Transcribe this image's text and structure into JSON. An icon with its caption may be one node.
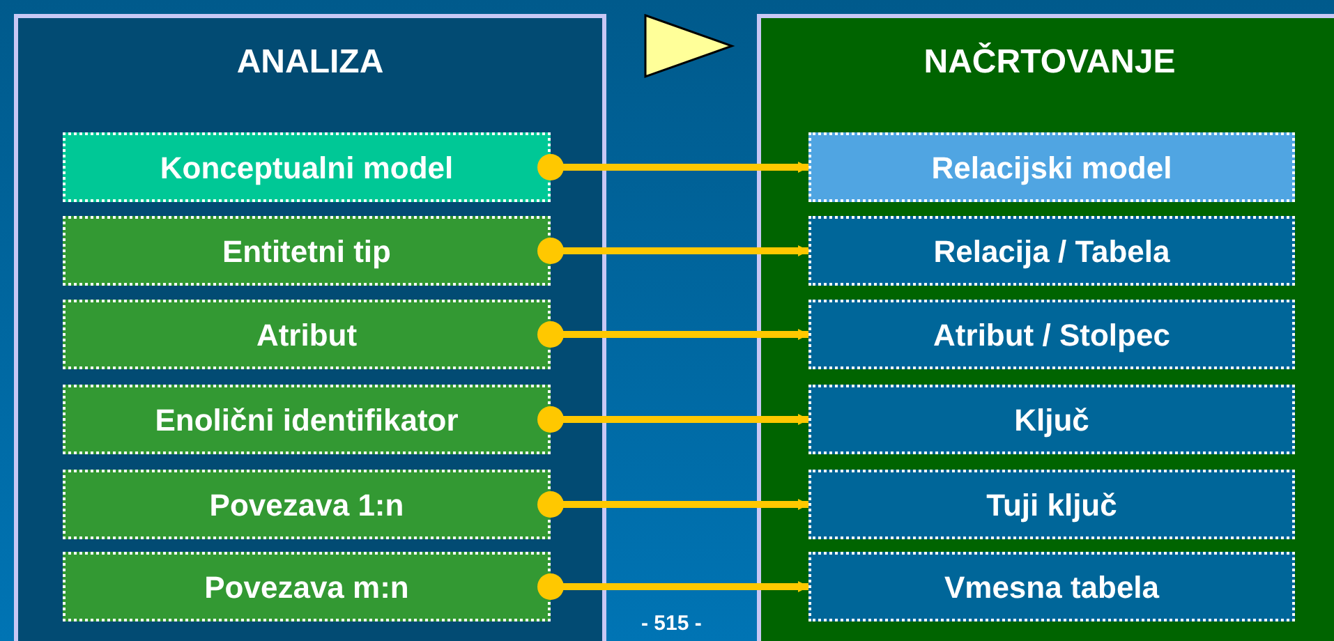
{
  "diagram": {
    "nodes": [
      {
        "text": [
          "ANALIZA"
        ]
      },
      {
        "text": [
          "Konceptualni model"
        ],
        "in": 0
      },
      {
        "text": [
          "Entitetni tip"
        ],
        "in": 0
      },
      {
        "text": [
          "Atribut"
        ],
        "in": 0
      },
      {
        "text": [
          "Enolični identifikator"
        ],
        "in": 0
      },
      {
        "text": [
          "Povezava 1:n"
        ],
        "in": 0
      },
      {
        "text": [
          "Povezava m:n"
        ],
        "in": 0
      },
      {
        "text": [
          "NAČRTOVANJE"
        ]
      },
      {
        "text": [
          "Relacijski model"
        ],
        "in": 7
      },
      {
        "text": [
          "Relacija / Tabela"
        ],
        "in": 7
      },
      {
        "text": [
          "Atribut / Stolpec"
        ],
        "in": 7
      },
      {
        "text": [
          "Ključ"
        ],
        "in": 7
      },
      {
        "text": [
          "Tuji ključ"
        ],
        "in": 7
      },
      {
        "text": [
          "Vmesna tabela"
        ],
        "in": 7
      }
    ],
    "edges": [
      {
        "from": 1,
        "to": 8,
        "arrow": "to"
      },
      {
        "from": 2,
        "to": 9,
        "arrow": "to"
      },
      {
        "from": 3,
        "to": 10,
        "arrow": "to"
      },
      {
        "from": 4,
        "to": 11,
        "arrow": "to"
      },
      {
        "from": 5,
        "to": 12,
        "arrow": "to"
      },
      {
        "from": 6,
        "to": 13,
        "arrow": "to"
      }
    ],
    "labels": [
      "- 515 -"
    ]
  }
}
